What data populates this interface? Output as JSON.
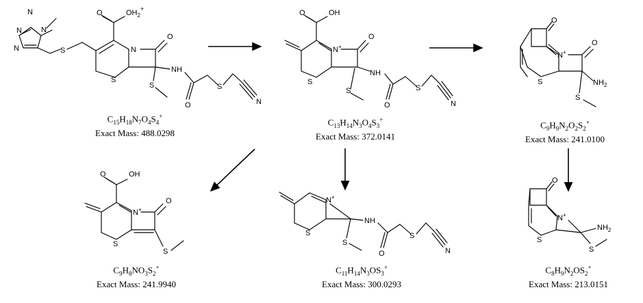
{
  "structures": [
    {
      "id": "parent",
      "atoms": [
        "N",
        "N",
        "N",
        "N",
        "S",
        "S",
        "O",
        "OH2+",
        "N",
        "O",
        "S",
        "NH",
        "O",
        "S",
        "N"
      ],
      "formula": [
        [
          "C",
          ""
        ],
        [
          "15",
          ""
        ],
        [
          "H",
          ""
        ],
        [
          "18",
          ""
        ],
        [
          "N",
          ""
        ],
        [
          "7",
          ""
        ],
        [
          "O",
          ""
        ],
        [
          "4",
          ""
        ],
        [
          "S",
          ""
        ],
        [
          "4",
          "+"
        ]
      ],
      "formula_text": "C15H18N7O4S4+",
      "exact_mass": "Exact Mass: 488.0298"
    },
    {
      "id": "frag-372",
      "atoms": [
        "O",
        "OH",
        "N+",
        "O",
        "S",
        "NH",
        "S",
        "O",
        "S",
        "N"
      ],
      "formula_text": "C13H14N3O4S3+",
      "exact_mass": "Exact Mass: 372.0141"
    },
    {
      "id": "frag-241a",
      "atoms": [
        "O",
        "N+",
        "O",
        "S",
        "NH2",
        "S"
      ],
      "formula_text": "C9H9N2O2S2+",
      "exact_mass": "Exact Mass: 241.0100"
    },
    {
      "id": "frag-242",
      "atoms": [
        "O",
        "OH",
        "N+",
        "O",
        "S",
        "S"
      ],
      "formula_text": "C9H8NO3S2+",
      "exact_mass": "Exact Mass: 241.9940"
    },
    {
      "id": "frag-300",
      "atoms": [
        "N+",
        "NH",
        "S",
        "S",
        "O",
        "S",
        "N"
      ],
      "formula_text": "C11H14N3OS3+",
      "exact_mass": "Exact Mass: 300.0293"
    },
    {
      "id": "frag-213",
      "atoms": [
        "O",
        "N+",
        "NH2",
        "S",
        "S"
      ],
      "formula_text": "C8H9N2OS2+",
      "exact_mass": "Exact Mass: 213.0151"
    }
  ],
  "formulas": {
    "parent": {
      "C": "15",
      "H": "18",
      "N": "7",
      "O": "4",
      "S": "4",
      "charge": "+"
    },
    "frag_372": {
      "C": "13",
      "H": "14",
      "N": "3",
      "O": "4",
      "S": "3",
      "charge": "+"
    },
    "frag_241a": {
      "C": "9",
      "H": "9",
      "N": "2",
      "O": "2",
      "S": "2",
      "charge": "+"
    },
    "frag_242": {
      "C": "9",
      "H": "8",
      "N": "",
      "O": "3",
      "S": "2",
      "charge": "+"
    },
    "frag_300": {
      "C": "11",
      "H": "14",
      "N": "3",
      "O": "",
      "S": "3",
      "charge": "+"
    },
    "frag_213": {
      "C": "8",
      "H": "9",
      "N": "2",
      "O": "",
      "S": "2",
      "charge": "+"
    }
  },
  "masses": {
    "parent": "Exact Mass: 488.0298",
    "frag_372": "Exact Mass: 372.0141",
    "frag_241a": "Exact Mass: 241.0100",
    "frag_242": "Exact Mass: 241.9940",
    "frag_300": "Exact Mass: 300.0293",
    "frag_213": "Exact Mass: 213.0151"
  },
  "labels": {
    "N": "N",
    "S": "S",
    "O": "O",
    "OH": "OH",
    "OH2": "OH",
    "OH2_sub": "2",
    "OH2_sup": "+",
    "NH": "NH",
    "NH2": "NH",
    "NH2_sub": "2",
    "Nplus": "N",
    "plus": "+"
  }
}
